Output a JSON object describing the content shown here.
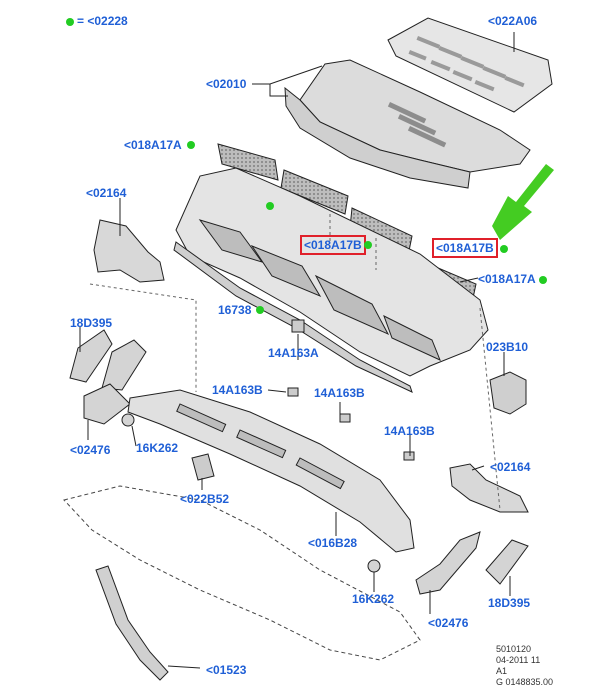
{
  "legend": {
    "marker_color": "#22cc22",
    "text": "= <02228"
  },
  "labels": {
    "l022A06": "<022A06",
    "l02010": "<02010",
    "l018A17A_top": "<018A17A",
    "l02164_left": "<02164",
    "l018A17B_mid": "<018A17B",
    "l018A17B_right": "<018A17B",
    "l018A17A_right": "<018A17A",
    "l16738": "16738",
    "l18D395_left": "18D395",
    "l14A163A": "14A163A",
    "l023B10": "023B10",
    "l14A163B_1": "14A163B",
    "l14A163B_2": "14A163B",
    "l14A163B_3": "14A163B",
    "l02476_left": "<02476",
    "l16K262_left": "16K262",
    "l02164_right": "<02164",
    "l022B52": "<022B52",
    "l016B28": "<016B28",
    "l16K262_bottom": "16K262",
    "l02476_bottom": "<02476",
    "l18D395_right": "18D395",
    "l01523": "<01523"
  },
  "footer": {
    "line1": "5010120",
    "line2": "04-2011 11",
    "line3": "A1",
    "line4": "G 0148835.00"
  },
  "colors": {
    "label": "#1f5fd6",
    "highlight_box": "#e0202a",
    "arrow": "#44cc22",
    "line": "#222222"
  }
}
